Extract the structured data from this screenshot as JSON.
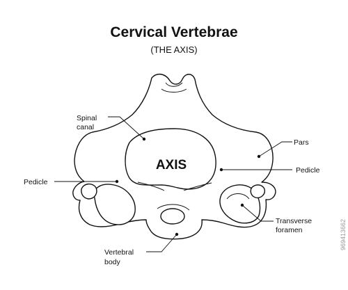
{
  "title": "Cervical Vertebrae",
  "subtitle": "(THE AXIS)",
  "center_label": "AXIS",
  "labels": {
    "spinal_canal": [
      "Spinal",
      "canal"
    ],
    "pars": "Pars",
    "pedicle_left": "Pedicle",
    "pedicle_right": "Pedicle",
    "transverse_foramen": [
      "Transverse",
      "foramen"
    ],
    "vertebral_body": [
      "Vertebral",
      "body"
    ]
  },
  "stock_id": "969413662",
  "colors": {
    "line": "#111111",
    "background": "#ffffff"
  }
}
